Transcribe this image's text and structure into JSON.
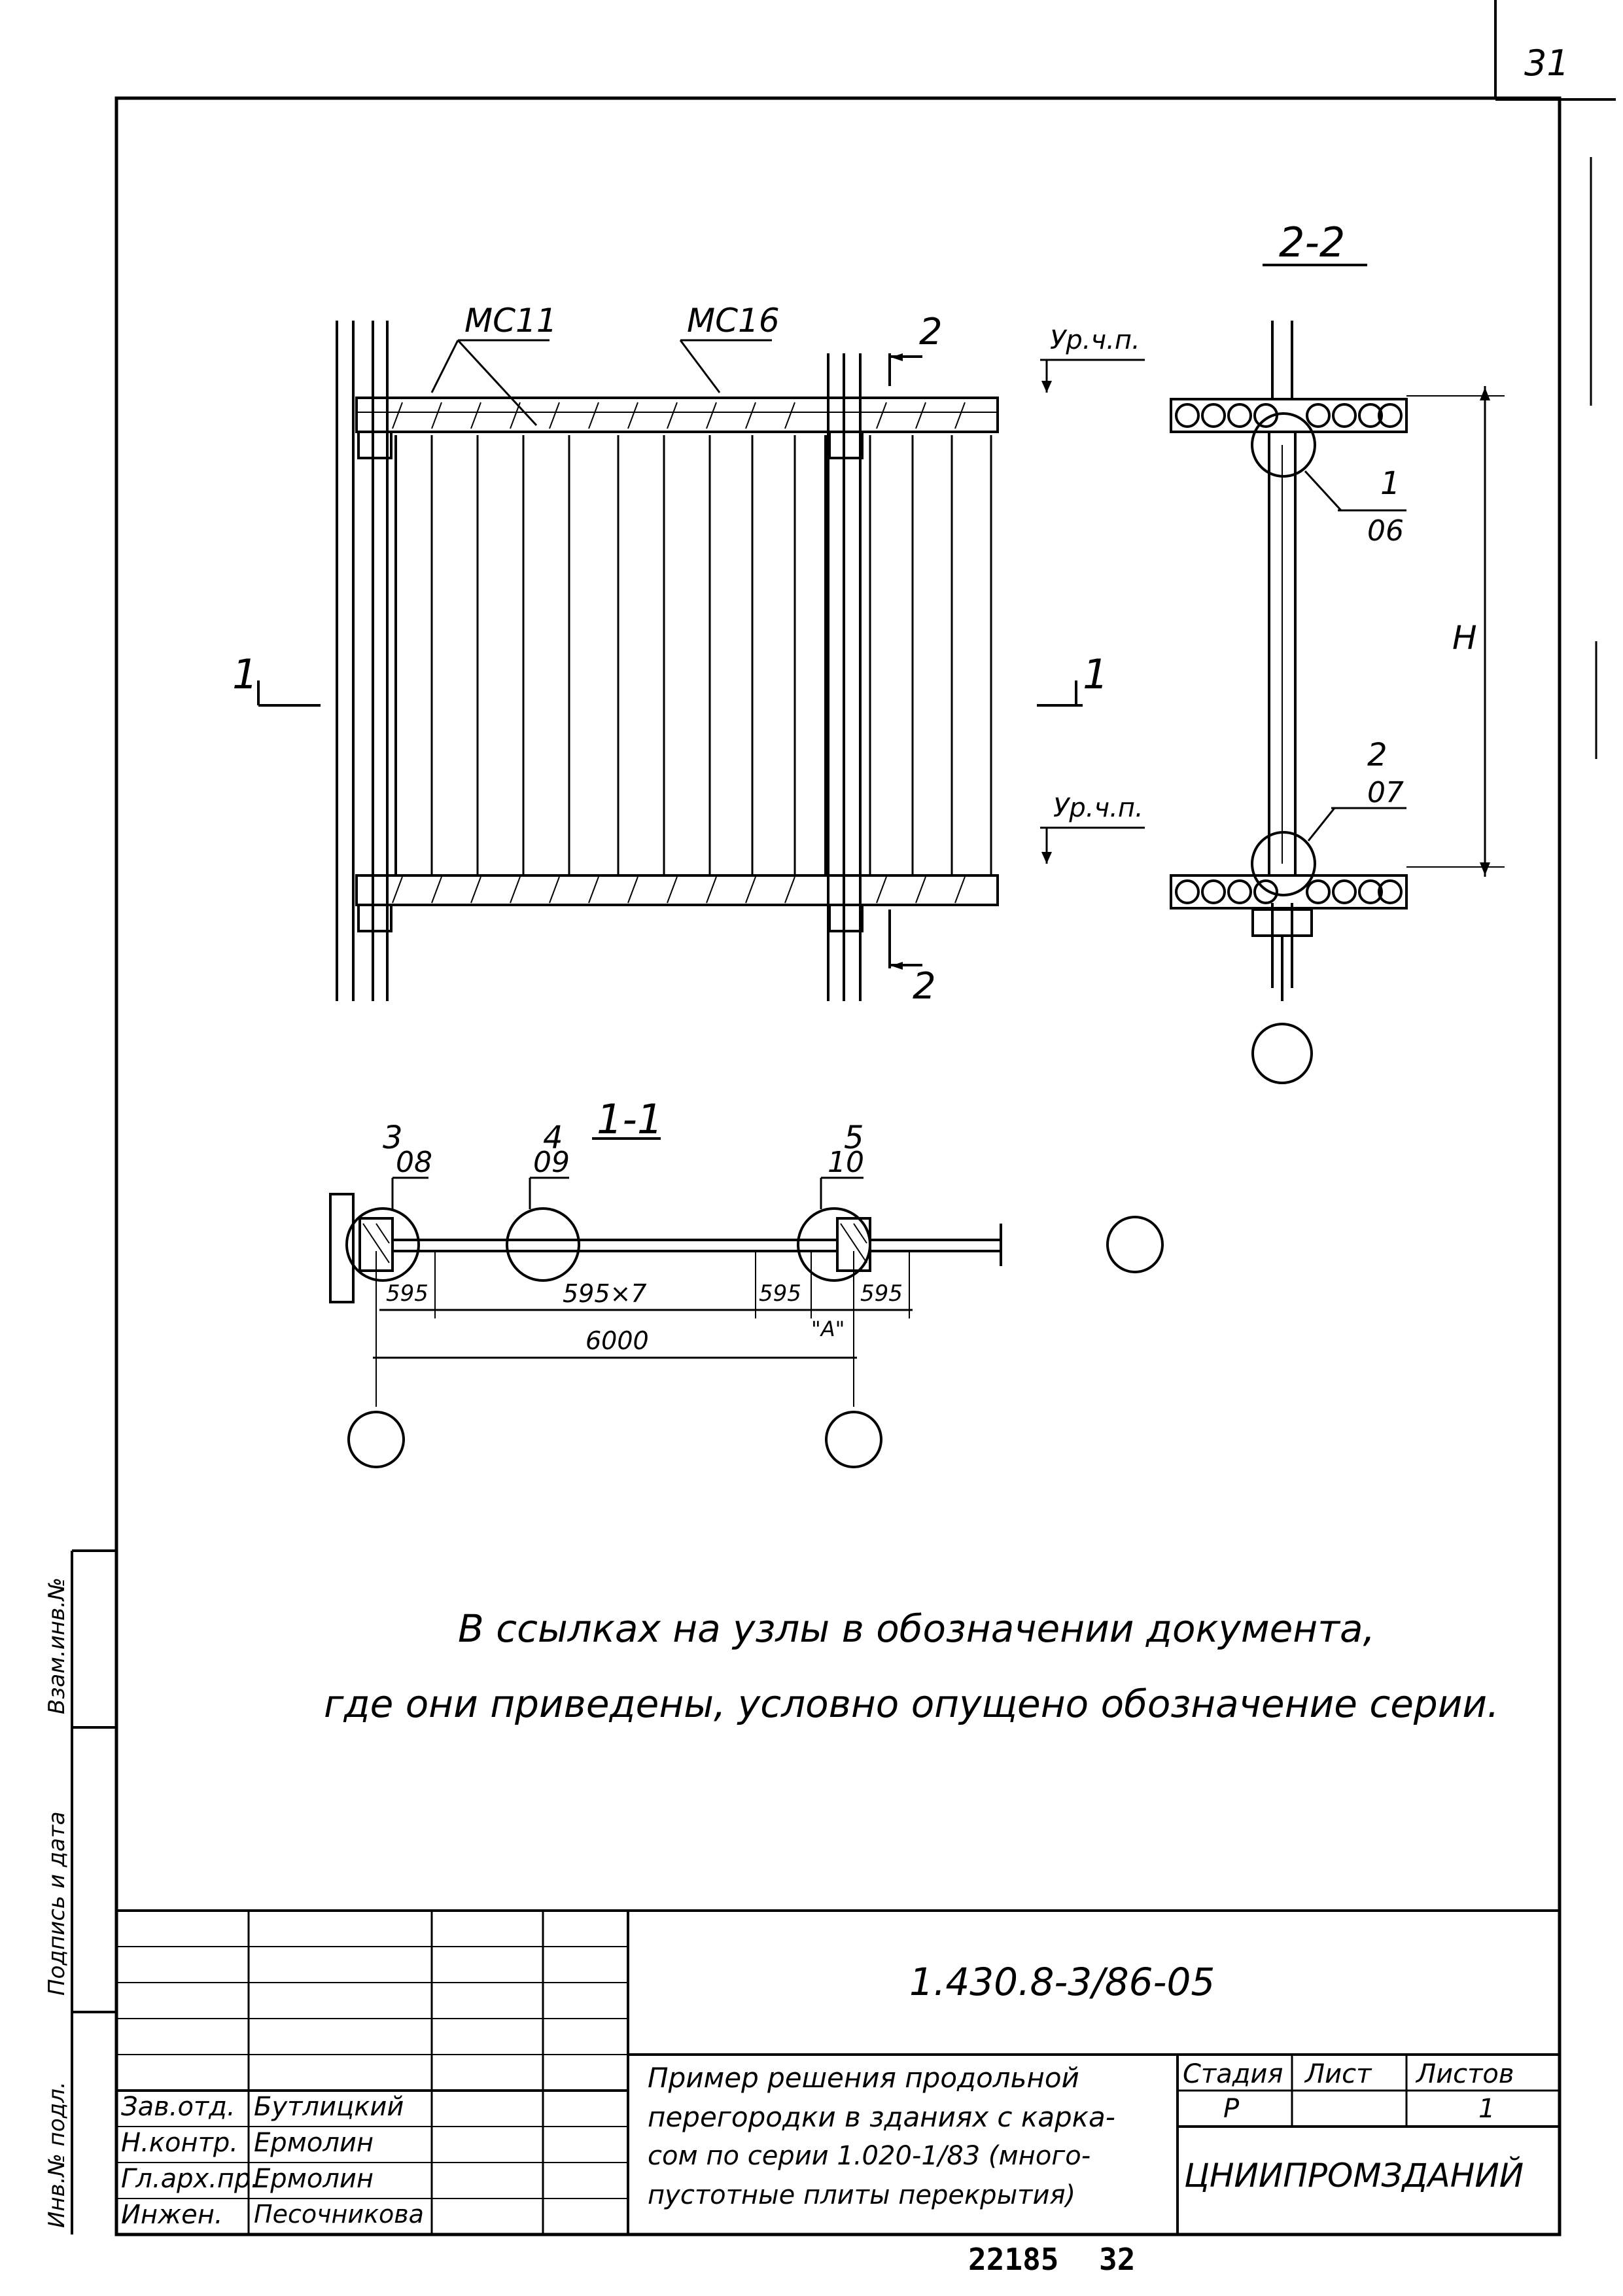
{
  "sheet": {
    "page_number": "31",
    "bottom_number_1": "22185",
    "bottom_number_2": "32"
  },
  "drawing": {
    "section_2_2_title": "2-2",
    "section_1_1_title": "1-1",
    "label_mc11": "МС11",
    "label_mc16": "МС16",
    "section_mark_2": "2",
    "section_mark_1": "1",
    "level_label_top": "Ур.ч.п.",
    "level_label_bottom": "Ур.ч.п.",
    "height_label": "Н",
    "node_1_number": "1",
    "node_1_sheet": "06",
    "node_2_number": "2",
    "node_2_sheet": "07",
    "node_3_number": "3",
    "node_3_sheet": "08",
    "node_4_number": "4",
    "node_4_sheet": "09",
    "node_5_number": "5",
    "node_5_sheet": "10",
    "dim_595_left": "595",
    "dim_595x7": "595×7",
    "dim_595_mid": "595",
    "dim_595_right": "595",
    "dim_6000": "6000",
    "dim_a": "\"А\""
  },
  "note": {
    "line1": "В ссылках на узлы в обозначении документа,",
    "line2": "где они приведены, условно опущено обозначение серии."
  },
  "stamp": {
    "document_code": "1.430.8-3/86-05",
    "title_lines": [
      "Пример решения продольной",
      "перегородки в зданиях с карка-",
      "сом по серии 1.020-1/83 (много-",
      "пустотные плиты перекрытия)"
    ],
    "stage_header": "Стадия",
    "sheet_header": "Лист",
    "sheets_header": "Листов",
    "stage_value": "Р",
    "sheet_value": "",
    "sheets_value": "1",
    "organization": "ЦНИИПРОМЗДАНИЙ",
    "roles": [
      {
        "role": "Зав.отд.",
        "name": "Бутлицкий"
      },
      {
        "role": "Н.контр.",
        "name": "Ермолин"
      },
      {
        "role": "Гл.арх.пр.",
        "name": "Ермолин"
      },
      {
        "role": "Инжен.",
        "name": "Песочникова"
      }
    ]
  },
  "side_strip": {
    "inv_no_original": "Инв.№ подл.",
    "signature_date": "Подпись и дата",
    "replace_inv": "Взам.инв.№"
  }
}
